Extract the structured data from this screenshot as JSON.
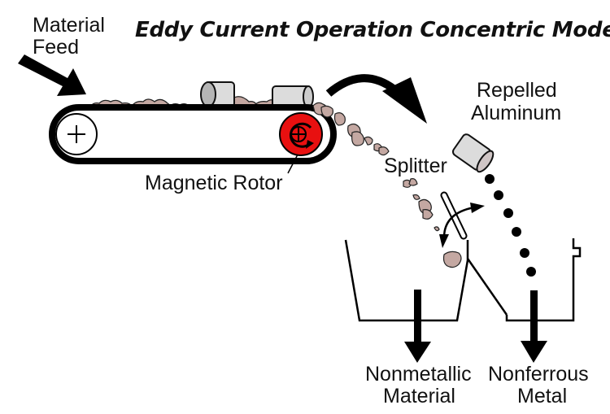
{
  "title": "Eddy Current Operation Concentric Model",
  "labels": {
    "material_feed_line1": "Material",
    "material_feed_line2": "Feed",
    "magnetic_rotor": "Magnetic Rotor",
    "repelled_aluminum_line1": "Repelled",
    "repelled_aluminum_line2": "Aluminum",
    "splitter": "Splitter",
    "nonmetallic_line1": "Nonmetallic",
    "nonmetallic_line2": "Material",
    "nonferrous_line1": "Nonferrous",
    "nonferrous_line2": "Metal"
  },
  "colors": {
    "rotor": "#e81010",
    "particle": "#c4a8a2",
    "can": "#dcdcdc",
    "ink": "#000000"
  }
}
